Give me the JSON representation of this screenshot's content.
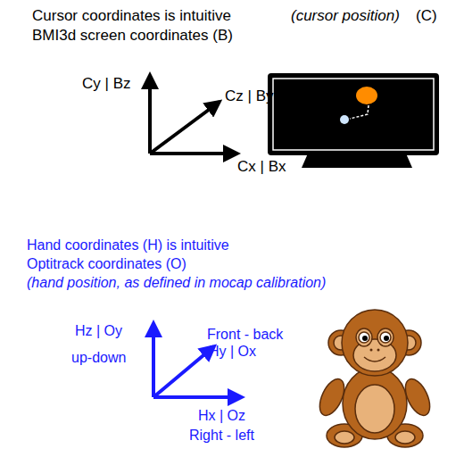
{
  "diagram": {
    "labels": [
      "Cursor coordinates is intuitive",
      "(cursor position)",
      "(C)",
      "BMI3d screen coordinates (B)",
      "Cy | Bz",
      "Cz | By",
      "Cx | Bx",
      "Hand coordinates (H) is intuitive",
      "Optitrack coordinates (O)",
      "(hand position, as defined in mocap calibration)",
      "Hz | Oy",
      "up-down",
      "Front - back",
      "Hy | Ox",
      "Hx | Oz",
      "Right - left"
    ]
  }
}
